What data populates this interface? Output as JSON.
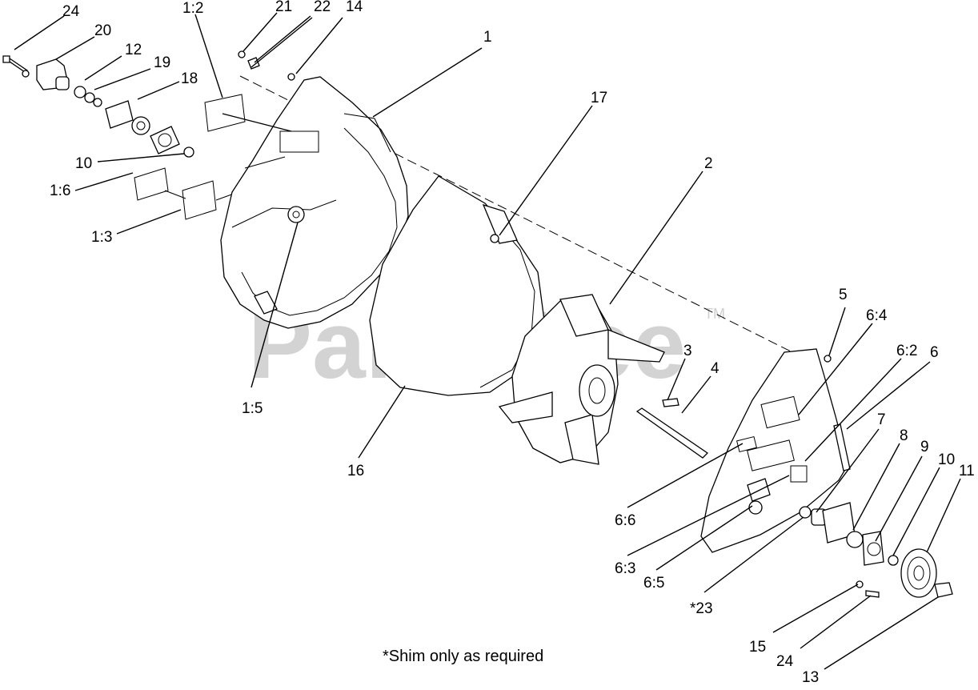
{
  "diagram": {
    "watermark": "PartsTree",
    "trademark": "TM",
    "footnote": "*Shim only as required",
    "labels": {
      "l24a": "24",
      "l20": "20",
      "l12": "12",
      "l19": "19",
      "l18": "18",
      "l10a": "10",
      "l1_6": "1:6",
      "l1_3": "1:3",
      "l1_2": "1:2",
      "l21": "21",
      "l22": "22",
      "l14": "14",
      "l1": "1",
      "l17": "17",
      "l2": "2",
      "l1_5": "1:5",
      "l16": "16",
      "l3": "3",
      "l4": "4",
      "l5": "5",
      "l6_4": "6:4",
      "l6_2": "6:2",
      "l6": "6",
      "l7": "7",
      "l8": "8",
      "l9": "9",
      "l10b": "10",
      "l11": "11",
      "l6_6": "6:6",
      "l6_3": "6:3",
      "l6_5": "6:5",
      "l23": "*23",
      "l15": "15",
      "l24b": "24",
      "l13": "13"
    }
  }
}
